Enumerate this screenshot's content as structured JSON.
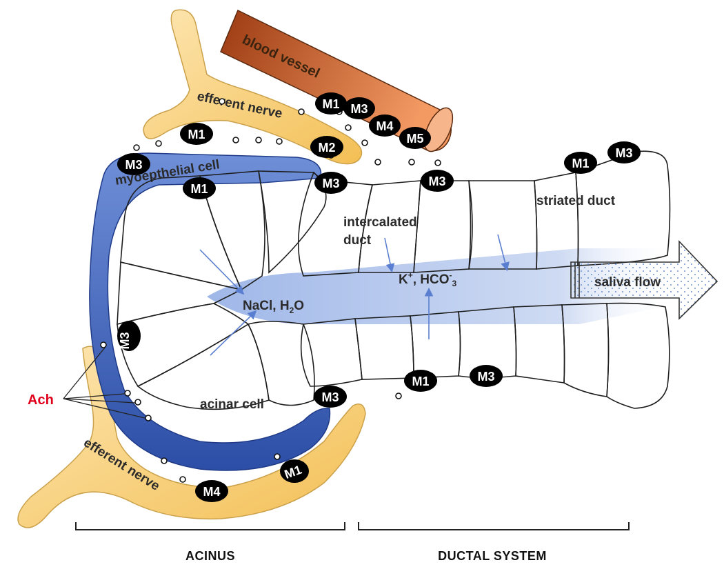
{
  "labels": {
    "blood_vessel": "blood vessel",
    "efferent_nerve_top": "efferent nerve",
    "efferent_nerve_bottom": "efferent nerve",
    "myoepithelial_cell": "myoepthelial cell",
    "intercalated_duct_line1": "intercalated",
    "intercalated_duct_line2": "duct",
    "striated_duct": "striated duct",
    "saliva_flow": "saliva flow",
    "nacl": "NaCl, H",
    "nacl_sub": "2",
    "nacl_end": "O",
    "k_ion": "K",
    "k_sup": "+",
    "hco": ", HCO",
    "hco_sup": "-",
    "hco_sub": "3",
    "acinar_cell": "acinar cell",
    "ach": "Ach",
    "acinus": "ACINUS",
    "ductal_system": "DUCTAL SYSTEM"
  },
  "receptors": {
    "vessel_m1": "M1",
    "vessel_m3": "M3",
    "vessel_m4": "M4",
    "vessel_m5": "M5",
    "nerve_top_m1": "M1",
    "nerve_top_m2": "M2",
    "myo_m3_left": "M3",
    "acinar_m1_top": "M1",
    "acinar_m3_top": "M3",
    "duct_m3_top": "M3",
    "striated_m1": "M1",
    "striated_m3": "M3",
    "myo_m3_lower_left": "M3",
    "acinar_m3_bottom": "M3",
    "duct_m1_bottom": "M1",
    "duct_m3_bottom": "M3",
    "nerve_bottom_m4": "M4",
    "nerve_bottom_m1": "M1"
  },
  "colors": {
    "blood_vessel": "#d4703a",
    "nerve": "#f6cd78",
    "myoepithelial": "#3a5fb8",
    "acinar_fill": "#ffffff",
    "intercalated": "#dedede",
    "striated": "#d3e9cc",
    "receptor": "#000000",
    "lumen": "#aec3ec",
    "ach": "#e0001b"
  }
}
